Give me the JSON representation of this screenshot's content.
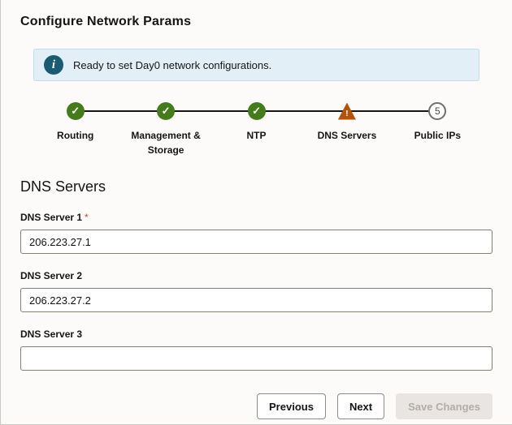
{
  "page": {
    "title": "Configure Network Params"
  },
  "banner": {
    "icon_glyph": "i",
    "text": "Ready to set Day0 network configurations."
  },
  "stepper": {
    "check_glyph": "✓",
    "warning_glyph": "!",
    "steps": [
      {
        "label": "Routing",
        "state": "complete"
      },
      {
        "label": "Management & Storage",
        "state": "complete"
      },
      {
        "label": "NTP",
        "state": "complete"
      },
      {
        "label": "DNS Servers",
        "state": "warning"
      },
      {
        "label": "Public IPs",
        "state": "upcoming",
        "number": "5"
      }
    ]
  },
  "section": {
    "title": "DNS Servers"
  },
  "form": {
    "required_marker": "*",
    "fields": [
      {
        "label": "DNS Server 1",
        "required": true,
        "value": "206.223.27.1"
      },
      {
        "label": "DNS Server 2",
        "required": false,
        "value": "206.223.27.2"
      },
      {
        "label": "DNS Server 3",
        "required": false,
        "value": ""
      }
    ]
  },
  "buttons": {
    "previous": "Previous",
    "next": "Next",
    "save": "Save Changes"
  }
}
